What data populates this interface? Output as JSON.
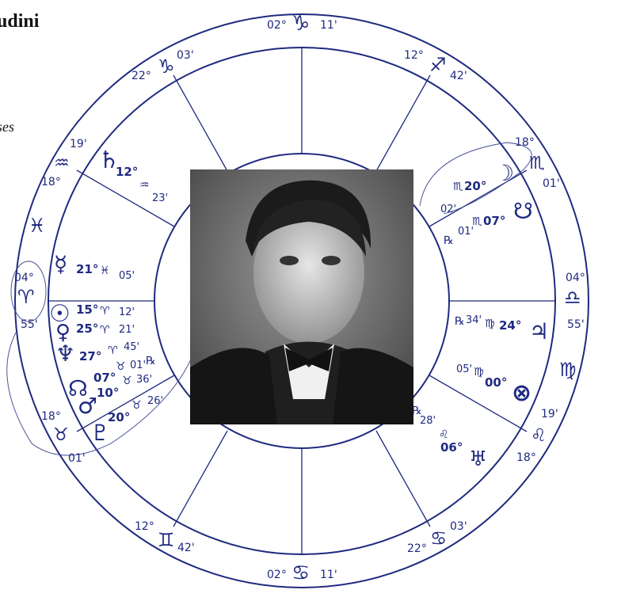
{
  "title": "udini",
  "subtitle": "ses",
  "colors": {
    "ink": "#1f2a80",
    "background": "#ffffff"
  },
  "photo": {
    "description_icon": "portrait-photo"
  },
  "house_cusps": [
    {
      "id": "mc",
      "deg": "02°",
      "sign": "♑",
      "min": "11'"
    },
    {
      "id": "c10",
      "deg": "22°",
      "sign": "♑",
      "min": "03'"
    },
    {
      "id": "c9",
      "deg": "12°",
      "sign": "♐",
      "min": "42'"
    },
    {
      "id": "c11",
      "deg": "19'",
      "sign": "♒",
      "min": "18°"
    },
    {
      "id": "c8",
      "deg": "18°",
      "sign": "♏",
      "min": "01'"
    },
    {
      "id": "asc",
      "deg": "04°",
      "sign": "♈",
      "min": "55'"
    },
    {
      "id": "desc",
      "deg": "04°",
      "sign": "♎",
      "min": "55'"
    },
    {
      "id": "c2",
      "deg": "18°",
      "sign": "♉",
      "min": "01'"
    },
    {
      "id": "c6",
      "deg": "19'",
      "sign": "♌",
      "min": "18°"
    },
    {
      "id": "c3",
      "deg": "12°",
      "sign": "♊",
      "min": "42'"
    },
    {
      "id": "c5",
      "deg": "22°",
      "sign": "♋",
      "min": "03'"
    },
    {
      "id": "ic",
      "deg": "02°",
      "sign": "♋",
      "min": "11'"
    }
  ],
  "extra_signs": {
    "pisces": "♓",
    "virgo": "♍"
  },
  "planets": [
    {
      "id": "saturn",
      "glyph": "♄",
      "deg": "12°",
      "sign": "♒",
      "min": "23'"
    },
    {
      "id": "moon",
      "glyph": "☽",
      "deg": "20°",
      "sign": "♏",
      "min": "02'"
    },
    {
      "id": "node-south",
      "glyph": "☋",
      "deg": "07°",
      "sign": "♏",
      "min": "01'",
      "retro": "℞"
    },
    {
      "id": "mercury",
      "glyph": "☿",
      "deg": "21°",
      "sign": "♓",
      "min": "05'"
    },
    {
      "id": "sun",
      "glyph": "☉",
      "deg": "15°",
      "sign": "♈",
      "min": "12'"
    },
    {
      "id": "venus",
      "glyph": "♀",
      "deg": "25°",
      "sign": "♈",
      "min": "21'"
    },
    {
      "id": "neptune",
      "glyph": "♆",
      "deg": "27°",
      "sign": "♈",
      "min": "45'"
    },
    {
      "id": "node-north",
      "glyph": "☊",
      "deg": "07°",
      "sign": "♉",
      "min": "01'",
      "retro": "℞"
    },
    {
      "id": "mars",
      "glyph": "♂",
      "deg": "10°",
      "sign": "♉",
      "min": "36'"
    },
    {
      "id": "pluto",
      "glyph": "♇",
      "deg": "20°",
      "sign": "♉",
      "min": "26'"
    },
    {
      "id": "jupiter",
      "glyph": "♃",
      "deg": "24°",
      "sign": "♍",
      "min": "34'",
      "retro": "℞"
    },
    {
      "id": "fortune",
      "glyph": "⊗",
      "deg": "00°",
      "sign": "♍",
      "min": "05'"
    },
    {
      "id": "uranus",
      "glyph": "♅",
      "deg": "06°",
      "sign": "♌",
      "min": "28'",
      "retro": "℞"
    }
  ]
}
